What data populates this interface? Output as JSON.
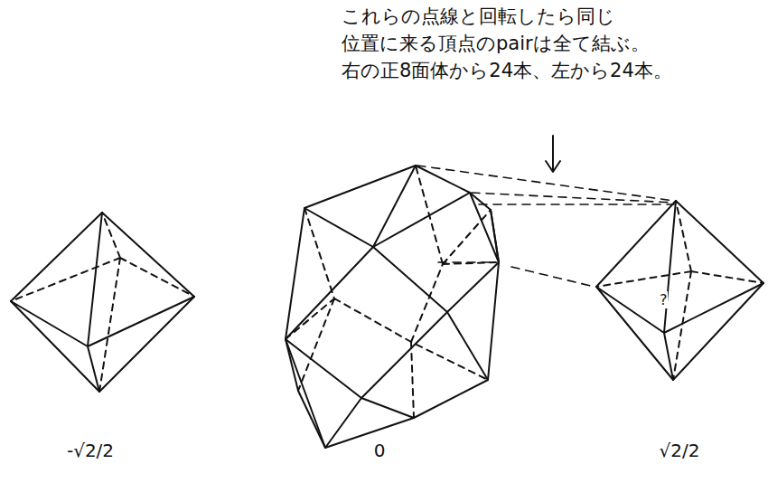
{
  "diagram": {
    "labels": [
      "これらの点線と回転したら同じ",
      "位置に来る頂点のpairは全て結ぶ。",
      "右の正8面体から24本、左から24本。",
      "?",
      "-√2/2",
      "0",
      "√2/2"
    ]
  }
}
